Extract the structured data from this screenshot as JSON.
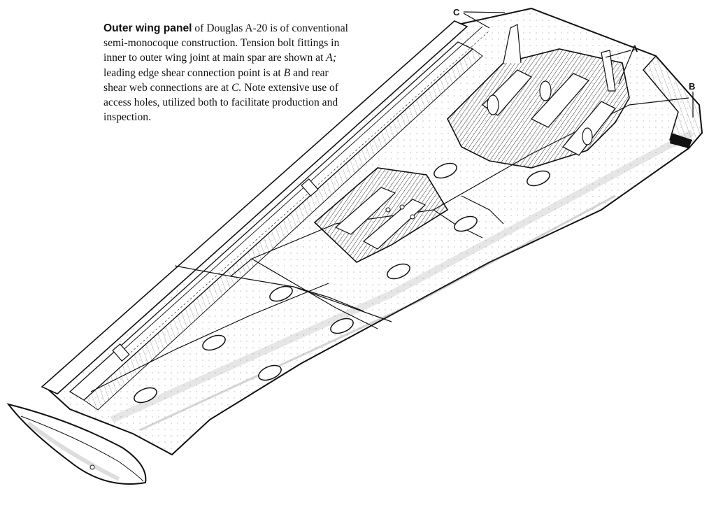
{
  "caption": {
    "bold_lead": "Outer wing panel",
    "part1": " of Douglas A-20 is of conventional semi-monocoque construction. Tension bolt fittings in inner to outer wing joint at main spar are shown at ",
    "ref_a": "A;",
    "part2": " leading edge shear connection point is at ",
    "ref_b": "B",
    "part3": " and rear shear web connections are at ",
    "ref_c": "C.",
    "part4": " Note extensive use of access holes, utilized both to facilitate production and inspection."
  },
  "callouts": {
    "a": "A",
    "b": "B",
    "c": "C"
  },
  "colors": {
    "ink": "#111111",
    "paper": "#ffffff",
    "shade": "#9a9a9a"
  }
}
